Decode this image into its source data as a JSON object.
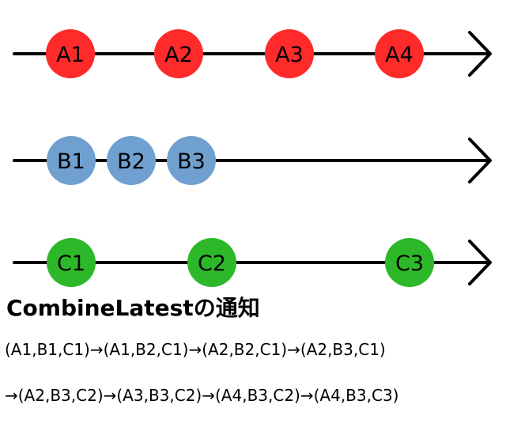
{
  "colors": {
    "line": "#000000",
    "stream_a": "#ff2a2a",
    "stream_b": "#6fa0cf",
    "stream_c": "#2db82a",
    "label": "#000000"
  },
  "streams": [
    {
      "id": "a",
      "events": [
        "A1",
        "A2",
        "A3",
        "A4"
      ]
    },
    {
      "id": "b",
      "events": [
        "B1",
        "B2",
        "B3"
      ]
    },
    {
      "id": "c",
      "events": [
        "C1",
        "C2",
        "C3"
      ]
    }
  ],
  "heading": "CombineLatestの通知",
  "notifications": {
    "line1": "(A1,B1,C1)→(A1,B2,C1)→(A2,B2,C1)→(A2,B3,C1)",
    "line2": "→(A2,B3,C2)→(A3,B3,C2)→(A4,B3,C2)→(A4,B3,C3)"
  }
}
